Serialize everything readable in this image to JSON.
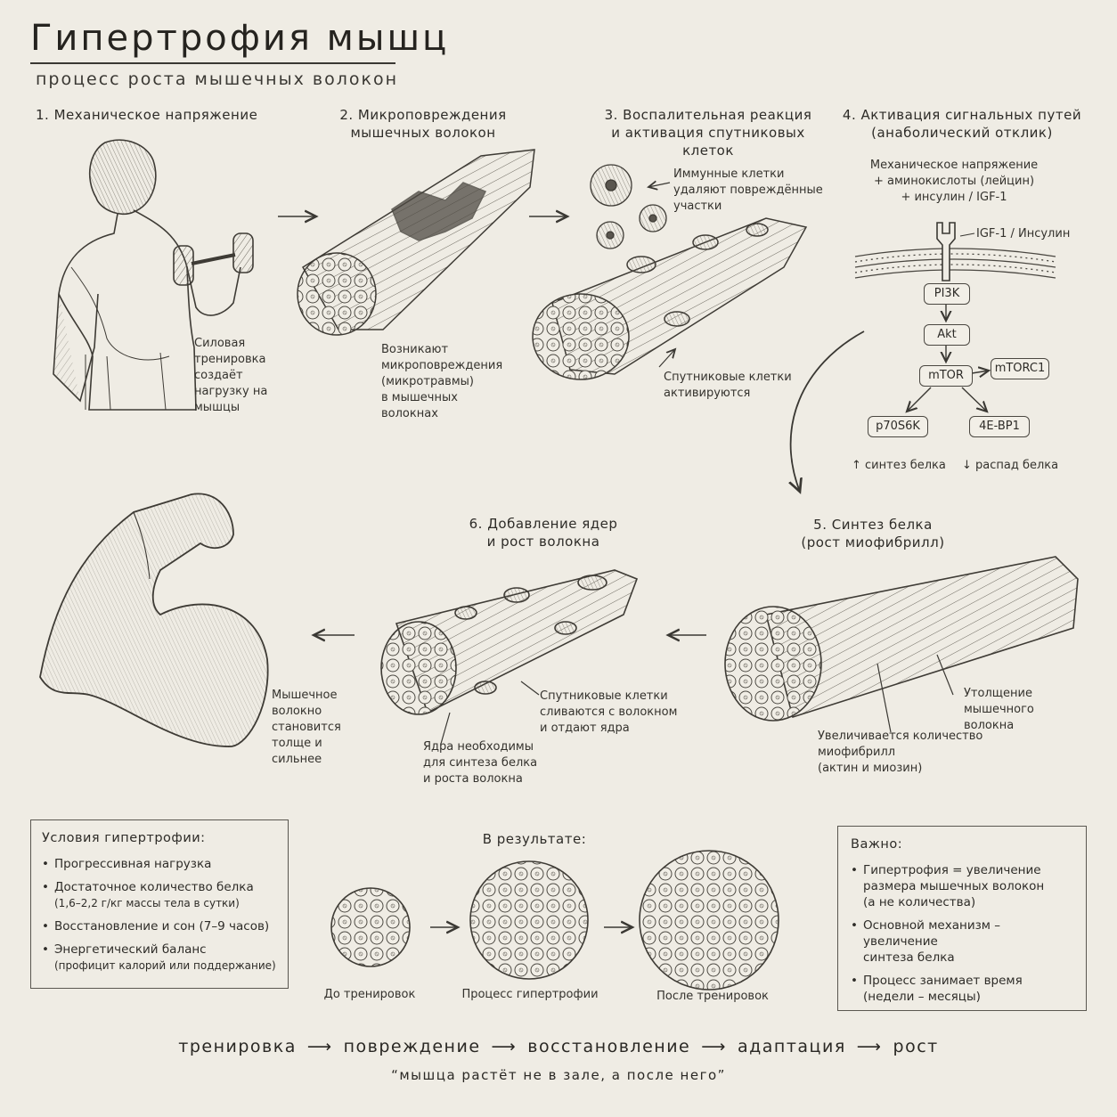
{
  "title": "Гипертрофия мышц",
  "subtitle": "процесс роста мышечных волокон",
  "steps": {
    "s1": {
      "heading": "1. Механическое напряжение",
      "note": [
        "Силовая",
        "тренировка",
        "создаёт",
        "нагрузку на",
        "мышцы"
      ]
    },
    "s2": {
      "heading": [
        "2. Микроповреждения",
        "мышечных волокон"
      ],
      "note": [
        "Возникают",
        "микроповреждения",
        "(микротравмы)",
        "в мышечных",
        "волокнах"
      ]
    },
    "s3": {
      "heading": [
        "3. Воспалительная реакция",
        "и активация спутниковых клеток"
      ],
      "immune": [
        "Иммунные клетки",
        "удаляют повреждённые",
        "участки"
      ],
      "satellite": [
        "Спутниковые клетки",
        "активируются"
      ]
    },
    "s4": {
      "heading": [
        "4. Активация сигнальных путей",
        "(анаболический отклик)"
      ],
      "inputs": [
        "Механическое напряжение",
        "+ аминокислоты (лейцин)",
        "+ инсулин / IGF-1"
      ],
      "receptor": "IGF-1 / Инсулин",
      "nodes": {
        "pi3k": "PI3K",
        "akt": "Akt",
        "mtor": "mTOR",
        "mtorc1": "mTORC1",
        "p70": "p70S6K",
        "ebp": "4E-BP1"
      },
      "outcomes": {
        "synthesis": "↑ синтез белка",
        "breakdown": "↓ распад белка"
      }
    },
    "s5": {
      "heading": [
        "5. Синтез белка",
        "(рост миофибрилл)"
      ],
      "thick": [
        "Утолщение",
        "мышечного",
        "волокна"
      ],
      "myofibrils": [
        "Увеличивается количество",
        "миофибрилл",
        "(актин и миозин)"
      ]
    },
    "s6": {
      "heading": [
        "6. Добавление ядер",
        "и рост волокна"
      ],
      "nuclei": [
        "Ядра необходимы",
        "для синтеза белка",
        "и роста волокна"
      ],
      "fuse": [
        "Спутниковые клетки",
        "сливаются с волокном",
        "и отдают ядра"
      ]
    },
    "final": {
      "note": [
        "Мышечное",
        "волокно",
        "становится",
        "толще и",
        "сильнее"
      ]
    }
  },
  "conditions": {
    "title": "Условия гипертрофии:",
    "items": [
      {
        "text": "Прогрессивная нагрузка",
        "sub": ""
      },
      {
        "text": "Достаточное количество белка",
        "sub": "(1,6–2,2 г/кг массы тела в сутки)"
      },
      {
        "text": "Восстановление и сон (7–9 часов)",
        "sub": ""
      },
      {
        "text": "Энергетический баланс",
        "sub": "(профицит калорий или поддержание)"
      }
    ]
  },
  "result": {
    "title": "В результате:",
    "labels": [
      "До тренировок",
      "Процесс гипертрофии",
      "После тренировок"
    ]
  },
  "important": {
    "title": "Важно:",
    "items": [
      [
        "Гипертрофия = увеличение",
        "размера мышечных волокон",
        "(а не количества)"
      ],
      [
        "Основной механизм – увеличение",
        "синтеза белка"
      ],
      [
        "Процесс занимает время",
        "(недели – месяцы)"
      ]
    ]
  },
  "flow": [
    "тренировка",
    "повреждение",
    "восстановление",
    "адаптация",
    "рост"
  ],
  "quote": "“мышца растёт не в зале, а после него”"
}
